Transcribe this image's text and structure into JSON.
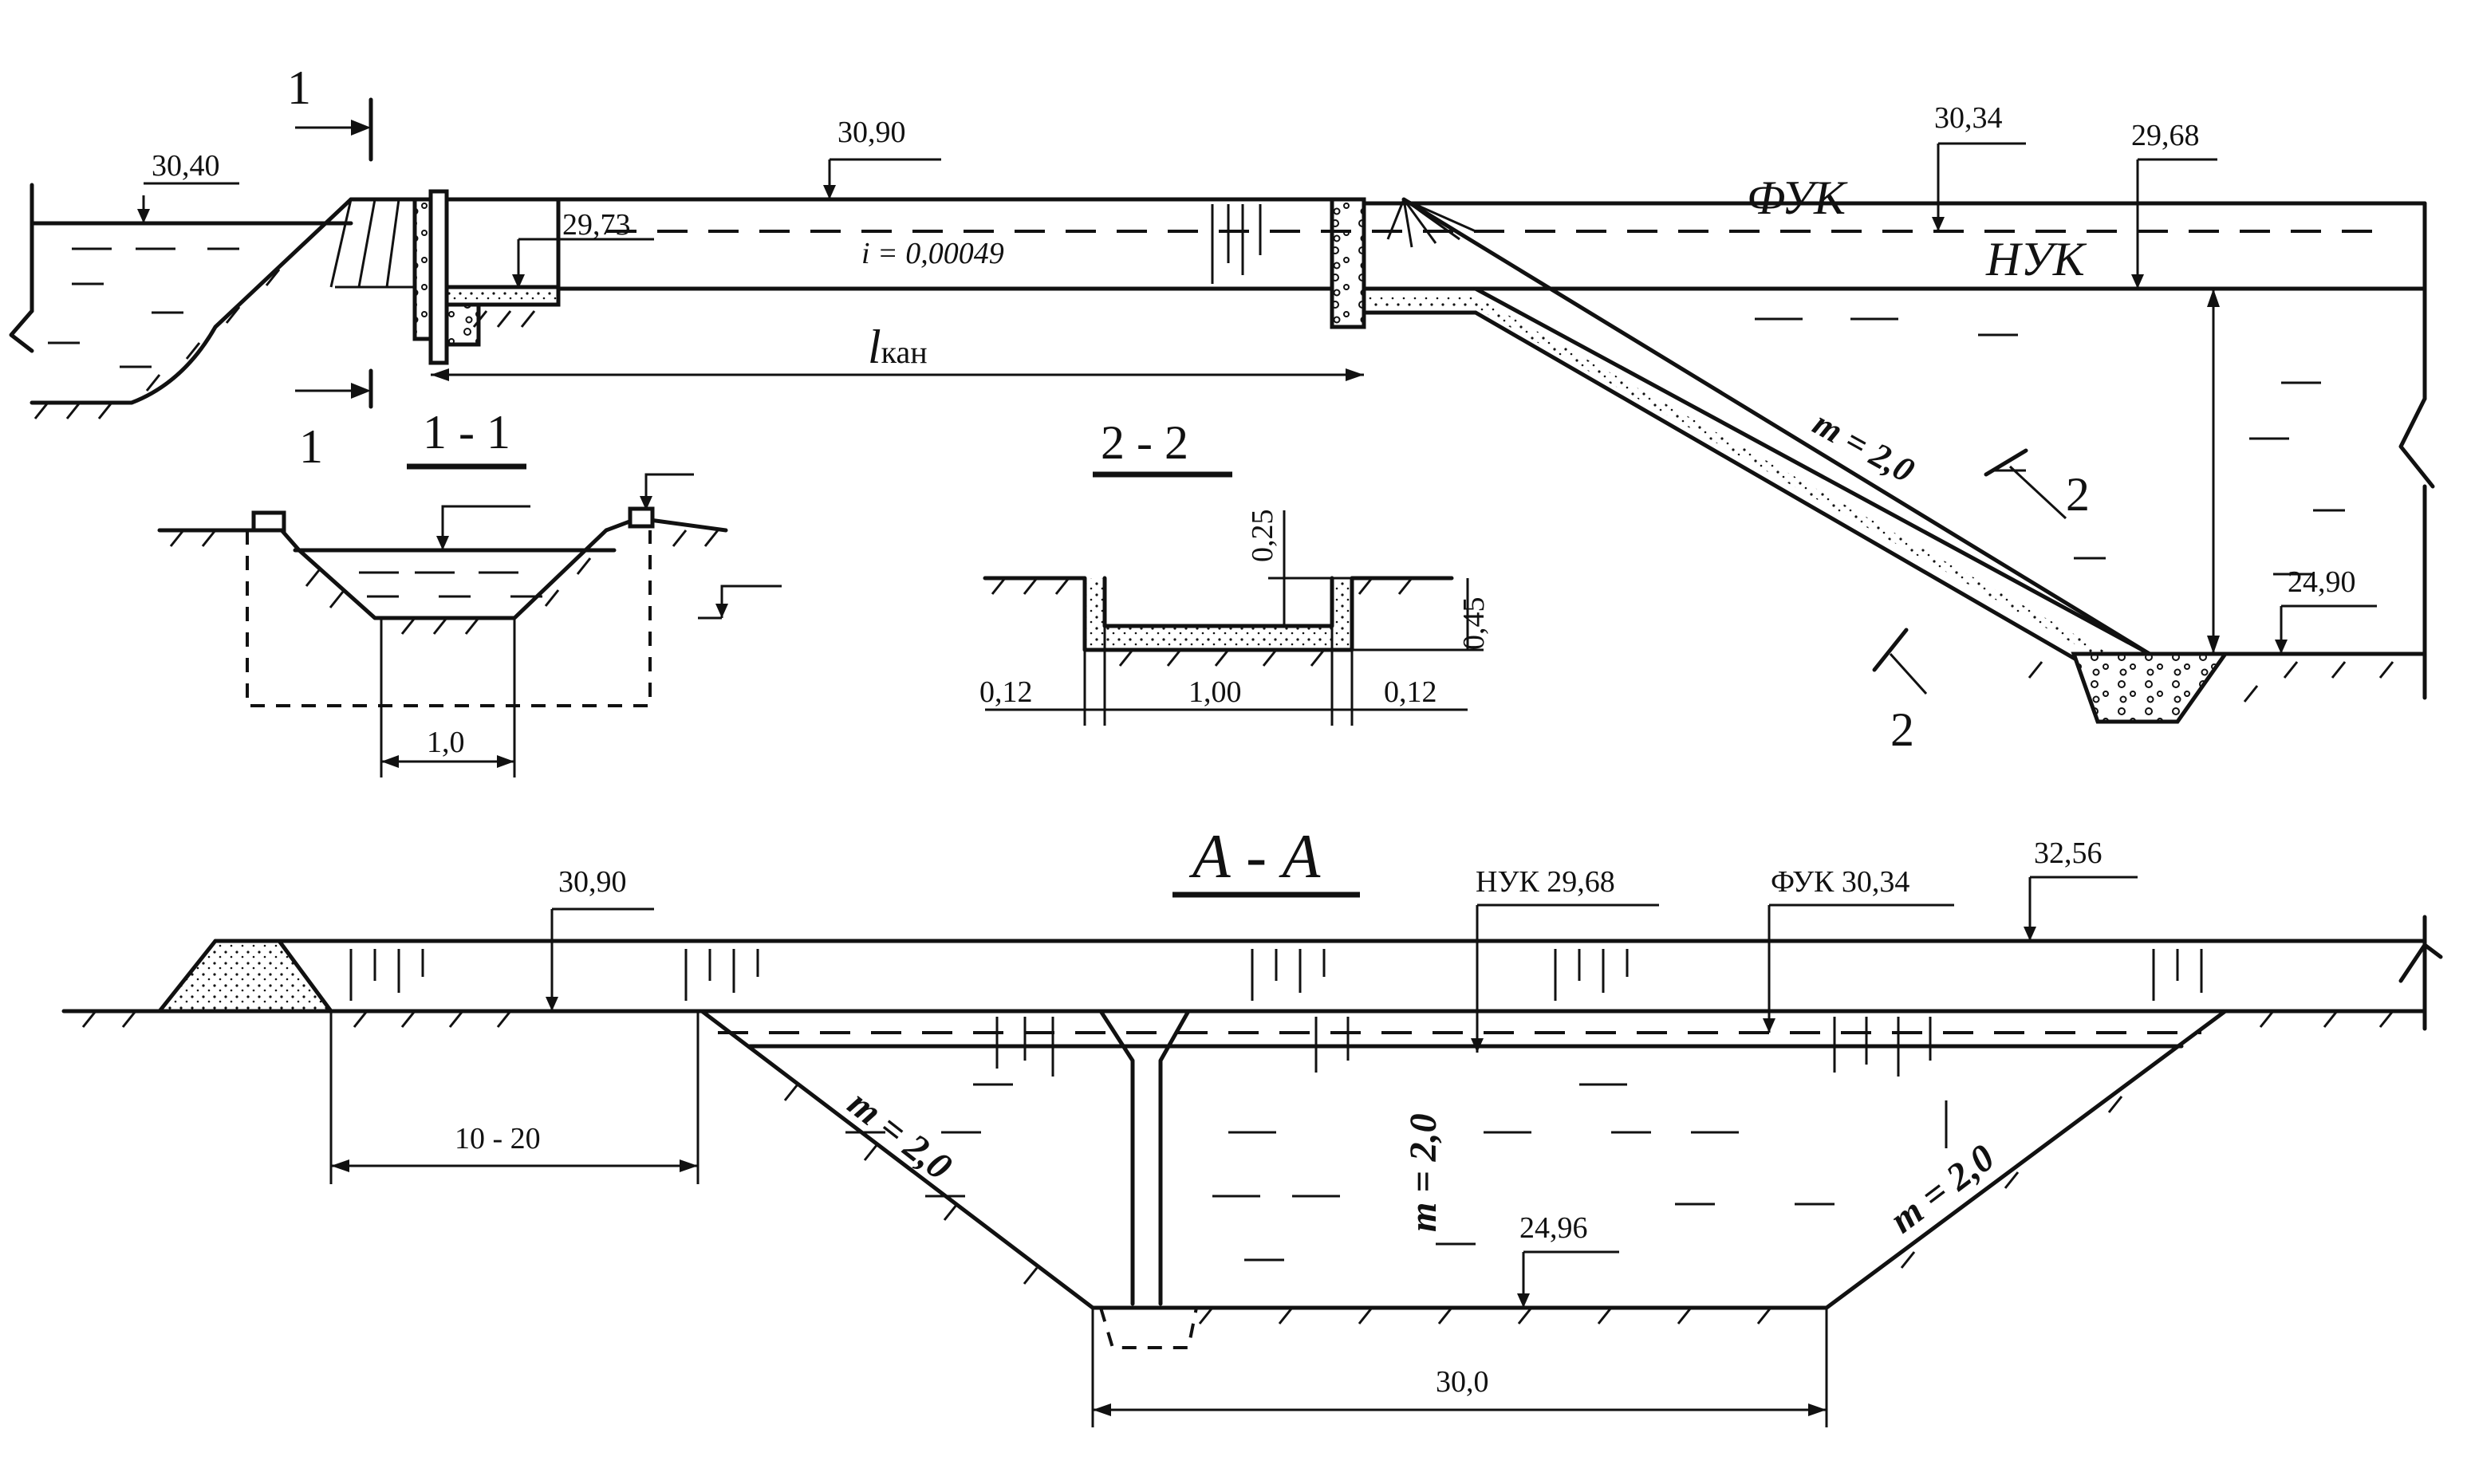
{
  "top": {
    "elev_left_water": "30,40",
    "elev_bank": "30,90",
    "elev_fuk_small": "30,34",
    "elev_nuk_small": "29,68",
    "elev_channel_bottom": "29,73",
    "slope": "i = 0,00049",
    "length_label_main": "l",
    "length_label_sub": "кан",
    "fuk_label": "ФУК",
    "nuk_label": "НУК",
    "chute_slope": "m = 2,0",
    "elev_bottom_right": "24,90",
    "section_mark_1": "1",
    "section_mark_2": "2"
  },
  "section11": {
    "title": "1 - 1",
    "width": "1,0"
  },
  "section22": {
    "title": "2 - 2",
    "dim_freeboard": "0,25",
    "dim_depth": "0,45",
    "dim_wall_left": "0,12",
    "dim_width": "1,00",
    "dim_wall_right": "0,12"
  },
  "sectionAA": {
    "title": "А - А",
    "elev_bank": "30,90",
    "nuk": "НУК 29,68",
    "fuk": "ФУК 30,34",
    "elev_top": "32,56",
    "berm": "10 - 20",
    "slope_left": "m = 2,0",
    "slope_mid": "m = 2,0",
    "slope_right": "m = 2,0",
    "elev_bottom": "24,96",
    "bottom_width": "30,0"
  }
}
